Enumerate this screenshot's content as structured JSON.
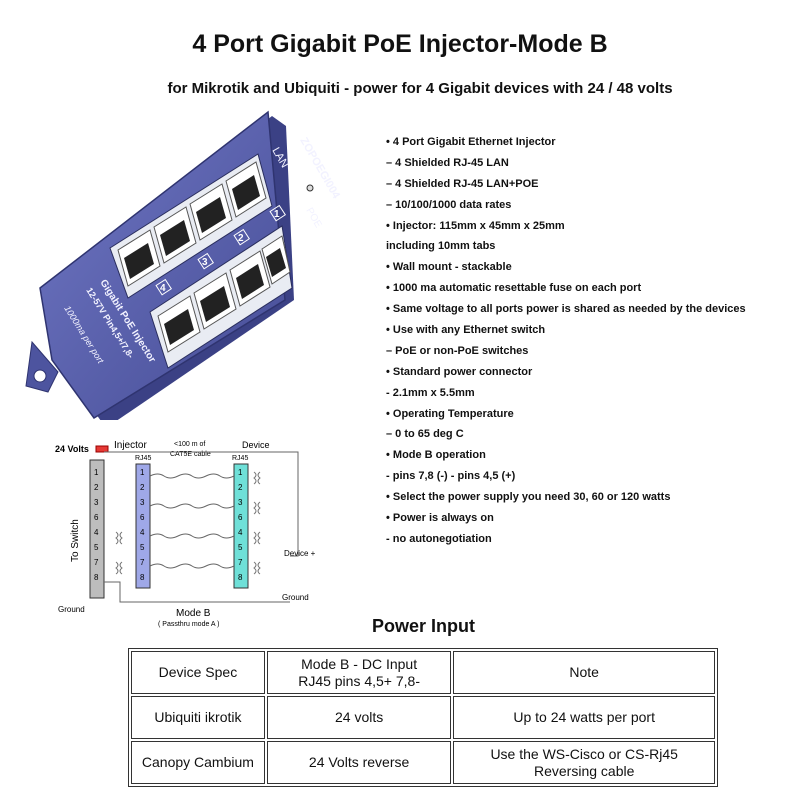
{
  "title": "4 Port Gigabit PoE Injector-Mode B",
  "subtitle": "for Mikrotik and Ubiquiti - power for 4 Gigabit devices with 24 / 48 volts",
  "device": {
    "model": "ZOPOEGI004",
    "lan_label": "LAN",
    "poe_label": "POE",
    "port_numbers": [
      "1",
      "2",
      "3",
      "4"
    ],
    "caption_lines": [
      "Gigabit PoE Injector",
      "12-57V Pin4,5+/7,8-",
      "1000ma per port"
    ],
    "body_color": "#5a62b0"
  },
  "specs": [
    "• 4 Port Gigabit Ethernet Injector",
    "– 4 Shielded RJ-45 LAN",
    "– 4 Shielded RJ-45 LAN+POE",
    "– 10/100/1000 data rates",
    "• Injector: 115mm x 45mm x 25mm",
    "including 10mm tabs",
    "• Wall mount - stackable",
    "• 1000 ma automatic resettable fuse on each port",
    "• Same voltage to all ports power is shared as needed by the devices",
    "• Use with any Ethernet switch",
    "– PoE or non-PoE switches",
    "• Standard power connector",
    "- 2.1mm x 5.5mm",
    "• Operating Temperature",
    "– 0 to 65 deg C",
    "• Mode B operation",
    " - pins 7,8 (-) - pins 4,5 (+)",
    "• Select the power supply you need  30, 60 or 120 watts",
    "• Power is always on",
    "- no autonegotiation"
  ],
  "wiring": {
    "volts_label": "24 Volts",
    "injector_label": "Injector",
    "injector_rj45": "RJ45",
    "cable_label_1": "<100 m of",
    "cable_label_2": "CAT5E cable",
    "device_label": "Device",
    "device_rj45": "RJ45",
    "switch_label": "To Switch",
    "device_plus_label": "Device +",
    "ground_label_left": "Ground",
    "ground_label_right": "Ground",
    "mode_label": "Mode B",
    "mode_sub_label": "( Passthru mode A )",
    "pins": [
      "1",
      "2",
      "3",
      "6",
      "4",
      "5",
      "7",
      "8"
    ]
  },
  "power": {
    "title": "Power Input",
    "header": [
      "Device Spec",
      "Mode B - DC Input\nRJ45 pins 4,5+ 7,8-",
      "Note"
    ],
    "rows": [
      [
        "Ubiquiti ikrotik",
        "24 volts",
        "Up to 24 watts per port"
      ],
      [
        "Canopy Cambium",
        "24 Volts reverse",
        "Use the WS-Cisco or  CS-Rj45\nReversing cable"
      ]
    ]
  }
}
